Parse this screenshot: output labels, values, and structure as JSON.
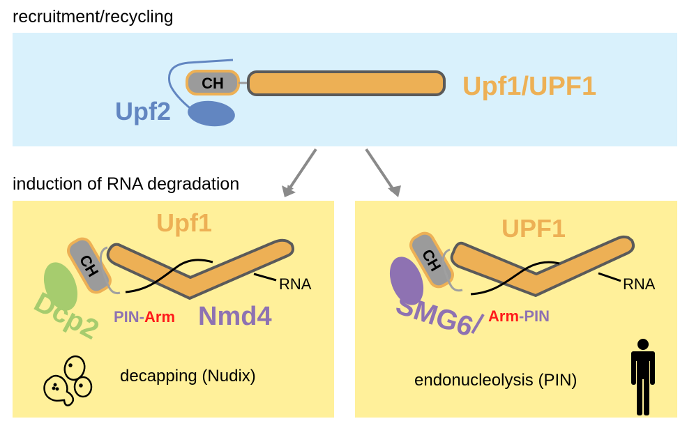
{
  "sections": {
    "top_heading": "recruitment/recycling",
    "bottom_heading": "induction of RNA degradation"
  },
  "top_panel": {
    "upf2_label": "Upf2",
    "ch_label": "CH",
    "upf1_label": "Upf1/UPF1"
  },
  "left_panel": {
    "upf1_label": "Upf1",
    "ch_label": "CH",
    "rna_label": "RNA",
    "dcp2_label": "Dcp2",
    "pin_label": "PIN-",
    "arm_label": "Arm",
    "nmd4_label": "Nmd4",
    "caption": "decapping (Nudix)",
    "organism_icon": "yeast-cells-icon"
  },
  "right_panel": {
    "upf1_label": "UPF1",
    "ch_label": "CH",
    "rna_label": "RNA",
    "smg6_label": "SMG6",
    "arm_label": "Arm",
    "pin_label": "-PIN",
    "caption": "endonucleolysis (PIN)",
    "organism_icon": "human-figure-icon"
  },
  "colors": {
    "top_panel_bg": "#d9f1fc",
    "bottom_panel_bg": "#fff09a",
    "upf1_orange": "#edb055",
    "upf2_blue": "#6286c1",
    "dcp2_green": "#a6cc6e",
    "smg6_purple": "#8e72b2",
    "arm_red": "#ff1a1a",
    "ch_gray": "#9b9b9b",
    "outline_gray": "#5a5a5a",
    "arrow_gray": "#8a8a8a"
  }
}
